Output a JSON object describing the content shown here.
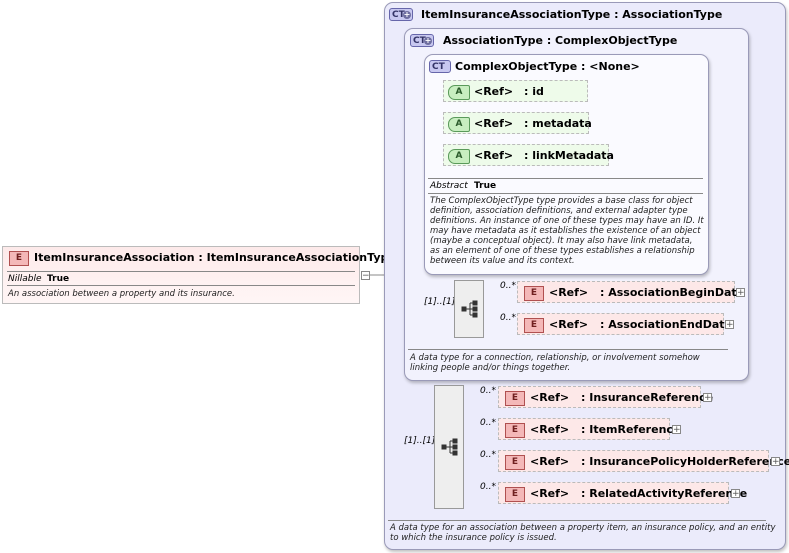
{
  "root_element": {
    "badge": "E",
    "name": "ItemInsuranceAssociation",
    "type": ": ItemInsuranceAssociationType",
    "nillable_label": "Nillable",
    "nillable_value": "True",
    "documentation": "An association between a property and its insurance."
  },
  "outer_type": {
    "badge": "CT",
    "title": "ItemInsuranceAssociationType : AssociationType",
    "documentation": "A data type for an association between a property item, an insurance policy, and an entity to which the insurance policy is issued.",
    "sequence_occurrence": "[1]..[1]",
    "elements": [
      {
        "badge": "E",
        "ref": "<Ref>",
        "type": ": InsuranceReference",
        "occurrence": "0..*"
      },
      {
        "badge": "E",
        "ref": "<Ref>",
        "type": ": ItemReference",
        "occurrence": "0..*"
      },
      {
        "badge": "E",
        "ref": "<Ref>",
        "type": ": InsurancePolicyHolderReference",
        "occurrence": "0..*"
      },
      {
        "badge": "E",
        "ref": "<Ref>",
        "type": ": RelatedActivityReference",
        "occurrence": "0..*"
      }
    ]
  },
  "mid_type": {
    "badge": "CT",
    "title": "AssociationType : ComplexObjectType",
    "documentation": "A data type for a connection, relationship, or involvement somehow linking people and/or things together.",
    "sequence_occurrence": "[1]..[1]",
    "elements": [
      {
        "badge": "E",
        "ref": "<Ref>",
        "type": ": AssociationBeginDate",
        "occurrence": "0..*"
      },
      {
        "badge": "E",
        "ref": "<Ref>",
        "type": ": AssociationEndDate",
        "occurrence": "0..*"
      }
    ]
  },
  "inner_type": {
    "badge": "CT",
    "title": "ComplexObjectType : <None>",
    "abstract_label": "Abstract",
    "abstract_value": "True",
    "documentation": "The ComplexObjectType type provides a base class for object definition, association definitions, and external adapter type definitions. An instance of one of these types may have an ID. It may have metadata as it establishes the existence of an object (maybe a conceptual object). It may also have link metadata, as an element of one of these types establishes a relationship between its value and its context.",
    "attributes": [
      {
        "badge": "A",
        "ref": "<Ref>",
        "type": ": id"
      },
      {
        "badge": "A",
        "ref": "<Ref>",
        "type": ": metadata"
      },
      {
        "badge": "A",
        "ref": "<Ref>",
        "type": ": linkMetadata"
      }
    ]
  },
  "colors": {
    "type_container_outer": "#ebebfb",
    "element_fill": "#fde8e8",
    "attribute_fill": "#eefbea"
  },
  "icons": [
    "expand-plus-icon",
    "sequence-compositor-icon",
    "complex-type-icon"
  ]
}
